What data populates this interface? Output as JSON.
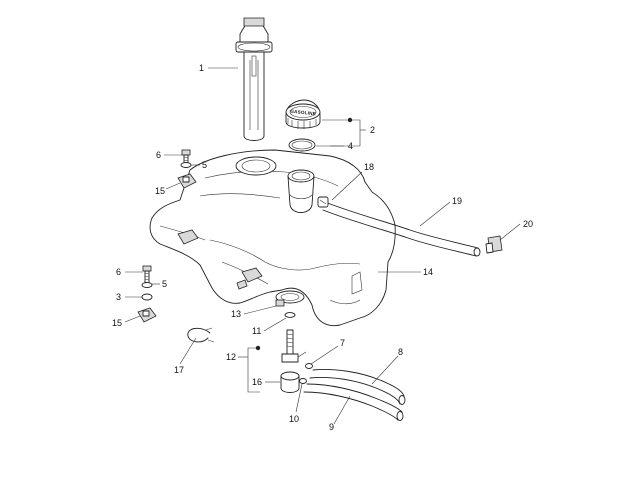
{
  "cap_text": "GASOLINE",
  "callouts": [
    {
      "id": "p1",
      "label": "1"
    },
    {
      "id": "p2",
      "label": "2"
    },
    {
      "id": "p3",
      "label": "3"
    },
    {
      "id": "p4",
      "label": "4"
    },
    {
      "id": "p5a",
      "label": "5"
    },
    {
      "id": "p5b",
      "label": "5"
    },
    {
      "id": "p6a",
      "label": "6"
    },
    {
      "id": "p6b",
      "label": "6"
    },
    {
      "id": "p7",
      "label": "7"
    },
    {
      "id": "p8",
      "label": "8"
    },
    {
      "id": "p9",
      "label": "9"
    },
    {
      "id": "p10",
      "label": "10"
    },
    {
      "id": "p11",
      "label": "11"
    },
    {
      "id": "p12",
      "label": "12"
    },
    {
      "id": "p13",
      "label": "13"
    },
    {
      "id": "p14",
      "label": "14"
    },
    {
      "id": "p15a",
      "label": "15"
    },
    {
      "id": "p15b",
      "label": "15"
    },
    {
      "id": "p16",
      "label": "16"
    },
    {
      "id": "p17",
      "label": "17"
    },
    {
      "id": "p18",
      "label": "18"
    },
    {
      "id": "p19",
      "label": "19"
    },
    {
      "id": "p20",
      "label": "20"
    }
  ]
}
